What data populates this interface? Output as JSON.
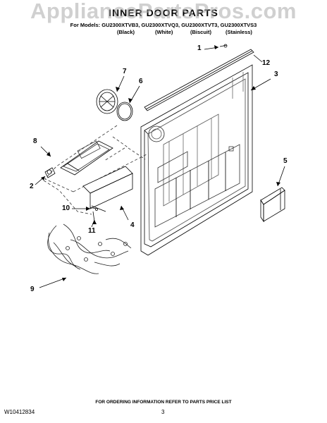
{
  "watermark": "AppliancePartsPros.com",
  "title": "INNER DOOR PARTS",
  "models_line": "For Models: GU2300XTVB3, GU2300XTVQ3, GU2300XTVT3, GU2300XTVS3",
  "colors": [
    "(Black)",
    "(White)",
    "(Biscuit)",
    "(Stainless)"
  ],
  "callouts": [
    "1",
    "2",
    "3",
    "4",
    "5",
    "6",
    "7",
    "8",
    "9",
    "10",
    "11",
    "12"
  ],
  "footer": {
    "doc_number": "W10412834",
    "ordering_note": "FOR ORDERING INFORMATION REFER TO PARTS PRICE LIST",
    "page_number": "3"
  }
}
